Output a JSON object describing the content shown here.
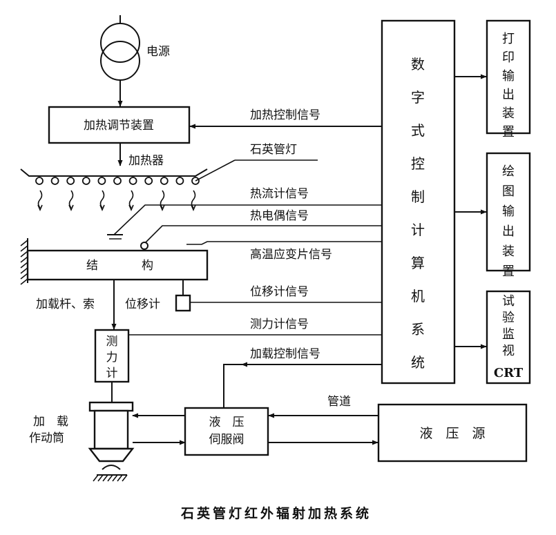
{
  "power": "电源",
  "heat_regulator": "加热调节装置",
  "heater": "加热器",
  "lamp": "石英管灯",
  "computer": "数字式控制计算机系统",
  "printer": "打印输出装置",
  "plotter": "绘图输出装置",
  "monitor": "试验监视",
  "monitor_crt": "CRT",
  "structure_left": "结",
  "structure_right": "构",
  "load_rod": "加载杆、索",
  "displacement_meter": "位移计",
  "load_cell": "测力计",
  "actuator_line1": "加　载",
  "actuator_line2": "作动筒",
  "servo_line1": "液　压",
  "servo_line2": "伺服阀",
  "hydraulic_source": "液　压　源",
  "pipe": "管道",
  "signals": {
    "heat_control": "加热控制信号",
    "heat_flux": "热流计信号",
    "thermocouple": "热电偶信号",
    "strain_gauge": "高温应变片信号",
    "displacement": "位移计信号",
    "force": "测力计信号",
    "load_control": "加载控制信号"
  },
  "caption": "石英管灯红外辐射加热系统"
}
